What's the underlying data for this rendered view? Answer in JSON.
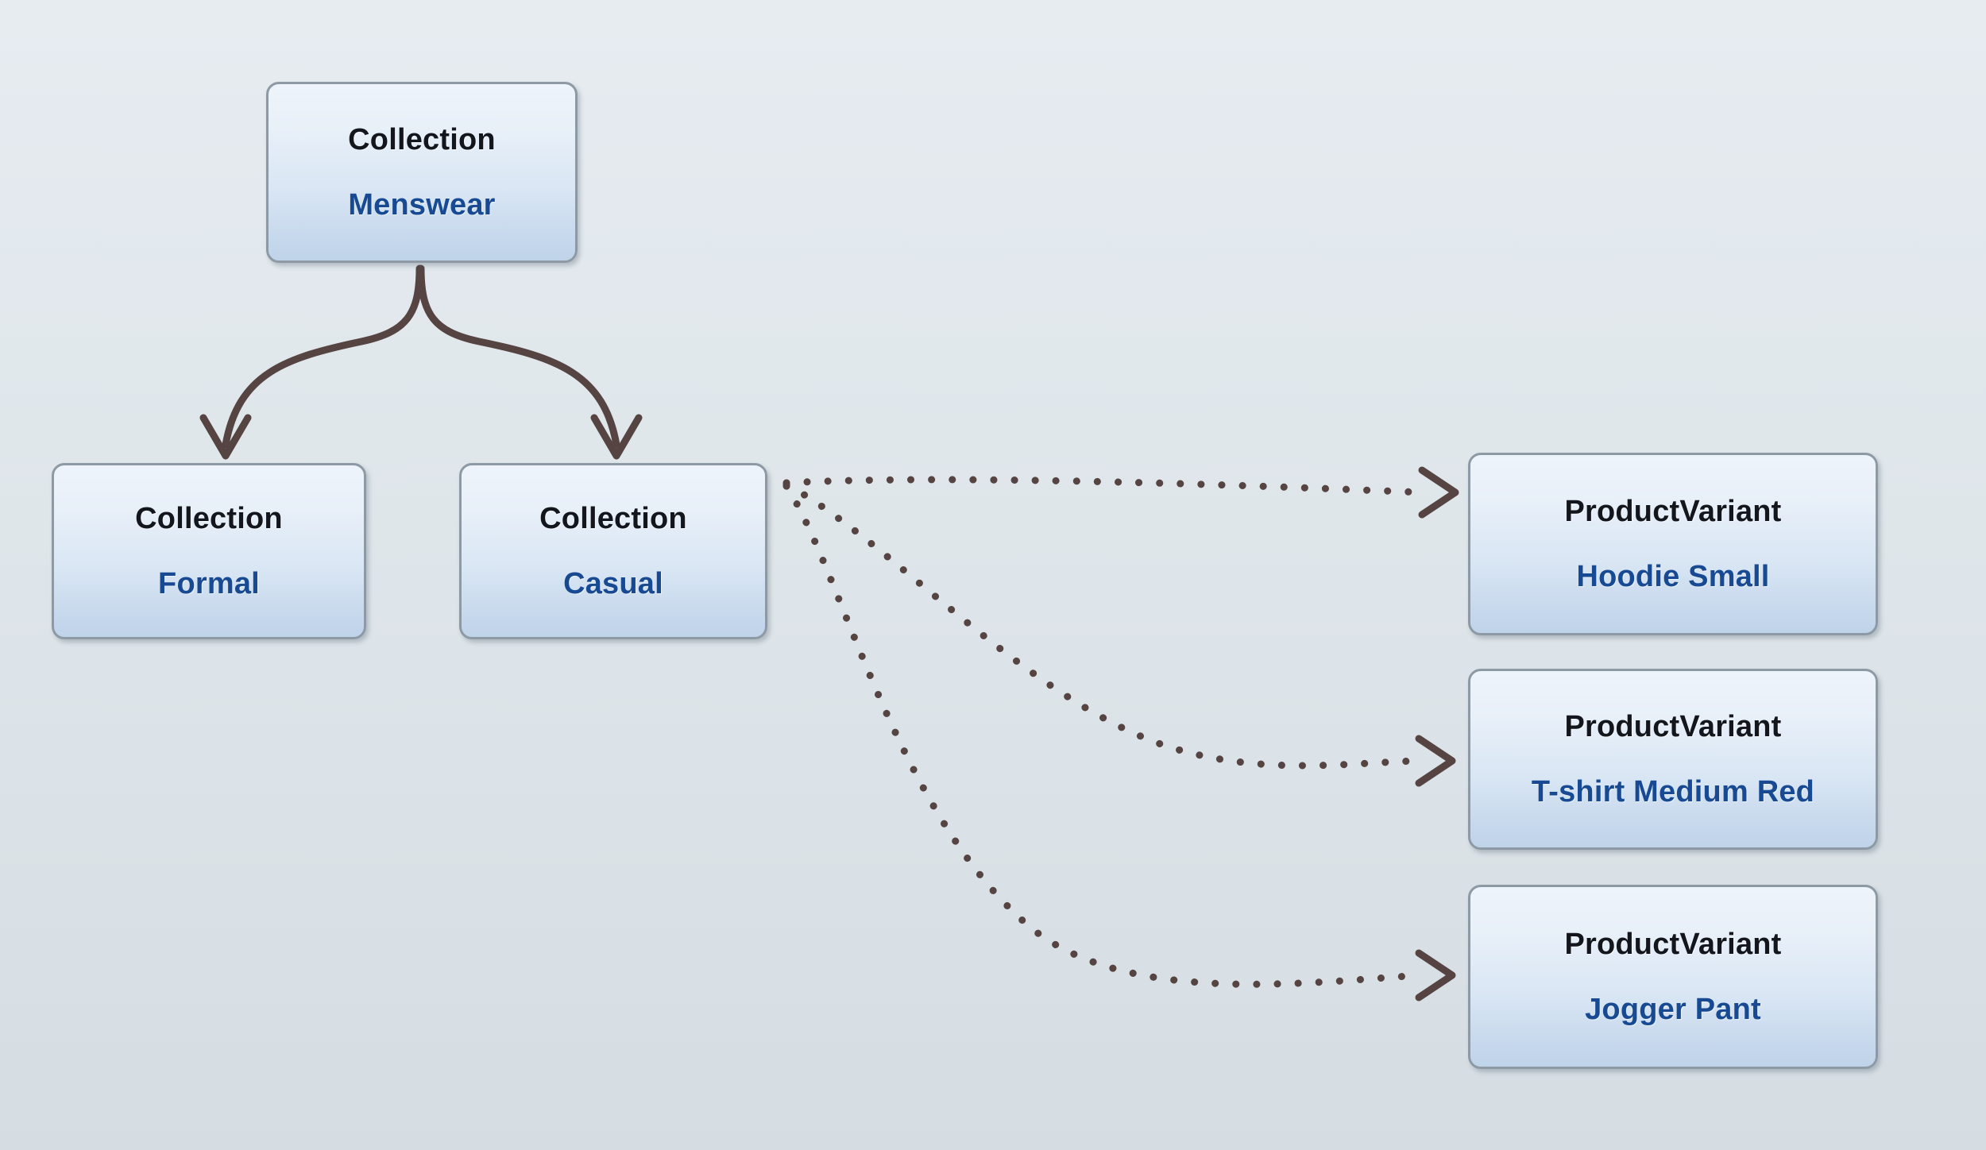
{
  "diagram": {
    "title": "Collection to ProductVariant relationship graph",
    "background_color_top": "#e6ecf0",
    "background_color_bottom": "#d5dde3",
    "node_border_color": "#8d9aa5",
    "node_fill_top": "#eef4fb",
    "node_fill_bottom": "#bfd3e9",
    "type_text_color": "#13171d",
    "value_text_color": "#174a92",
    "edge_color": "#554442"
  },
  "nodes": [
    {
      "id": "menswear",
      "type_label": "Collection",
      "value_label": "Menswear"
    },
    {
      "id": "formal",
      "type_label": "Collection",
      "value_label": "Formal"
    },
    {
      "id": "casual",
      "type_label": "Collection",
      "value_label": "Casual"
    },
    {
      "id": "hoodie",
      "type_label": "ProductVariant",
      "value_label": "Hoodie Small"
    },
    {
      "id": "tshirt",
      "type_label": "ProductVariant",
      "value_label": "T-shirt Medium Red"
    },
    {
      "id": "jogger",
      "type_label": "ProductVariant",
      "value_label": "Jogger Pant"
    }
  ],
  "edges": [
    {
      "id": "menswear-to-formal",
      "from": "menswear",
      "to": "formal",
      "style": "solid",
      "arrow": "open-v"
    },
    {
      "id": "menswear-to-casual",
      "from": "menswear",
      "to": "casual",
      "style": "solid",
      "arrow": "open-v"
    },
    {
      "id": "casual-to-hoodie",
      "from": "casual",
      "to": "hoodie",
      "style": "dotted",
      "arrow": "open-v"
    },
    {
      "id": "casual-to-tshirt",
      "from": "casual",
      "to": "tshirt",
      "style": "dotted",
      "arrow": "open-v"
    },
    {
      "id": "casual-to-jogger",
      "from": "casual",
      "to": "jogger",
      "style": "dotted",
      "arrow": "open-v"
    }
  ]
}
